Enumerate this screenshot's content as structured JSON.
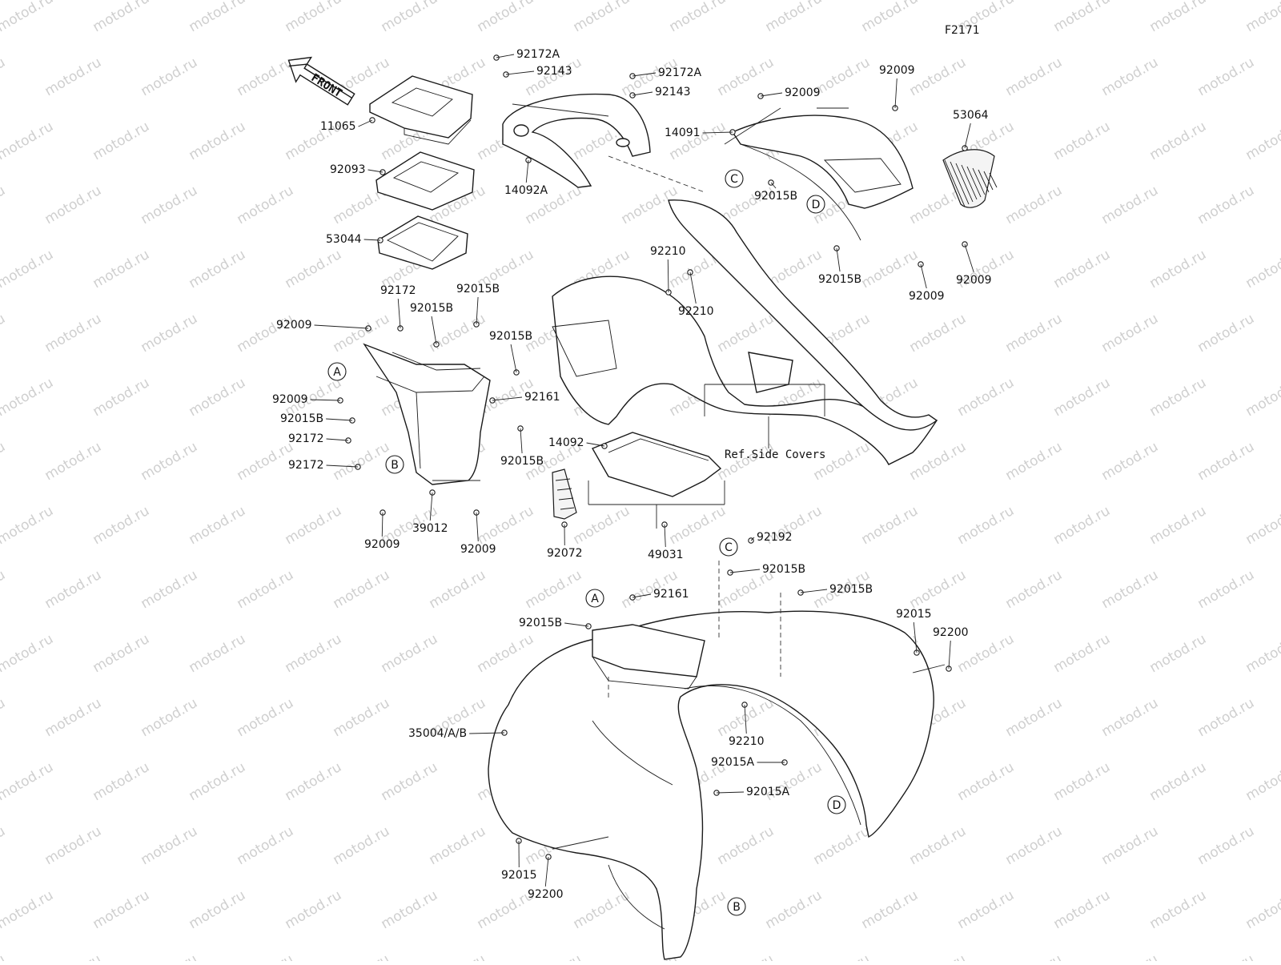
{
  "figure_code": "F2171",
  "front_label": "FRONT",
  "ref_note": "Ref.Side Covers",
  "watermark": "motod.ru",
  "callout_letters": [
    "A",
    "B",
    "C",
    "D"
  ],
  "parts": [
    {
      "id": "p11065",
      "label": "11065"
    },
    {
      "id": "p92093",
      "label": "92093"
    },
    {
      "id": "p53044",
      "label": "53044"
    },
    {
      "id": "p92172A",
      "label": "92172A"
    },
    {
      "id": "p92143",
      "label": "92143"
    },
    {
      "id": "p92172A_2",
      "label": "92172A"
    },
    {
      "id": "p92143_2",
      "label": "92143"
    },
    {
      "id": "p14092A",
      "label": "14092A"
    },
    {
      "id": "p92009_top",
      "label": "92009"
    },
    {
      "id": "p92009_tr",
      "label": "92009"
    },
    {
      "id": "p14091",
      "label": "14091"
    },
    {
      "id": "p53064",
      "label": "53064"
    },
    {
      "id": "p92015B_c1",
      "label": "92015B"
    },
    {
      "id": "p92015B_c2",
      "label": "92015B"
    },
    {
      "id": "p92009_r1",
      "label": "92009"
    },
    {
      "id": "p92009_r2",
      "label": "92009"
    },
    {
      "id": "p92210_1",
      "label": "92210"
    },
    {
      "id": "p92210_2",
      "label": "92210"
    },
    {
      "id": "p92172",
      "label": "92172"
    },
    {
      "id": "p92015B_1",
      "label": "92015B"
    },
    {
      "id": "p92015B_2",
      "label": "92015B"
    },
    {
      "id": "p92009_l1",
      "label": "92009"
    },
    {
      "id": "p92015B_3",
      "label": "92015B"
    },
    {
      "id": "p92161",
      "label": "92161"
    },
    {
      "id": "p92009_l2",
      "label": "92009"
    },
    {
      "id": "p92015B_4",
      "label": "92015B"
    },
    {
      "id": "p92172_2",
      "label": "92172"
    },
    {
      "id": "p92172_3",
      "label": "92172"
    },
    {
      "id": "p92015B_5",
      "label": "92015B"
    },
    {
      "id": "p14092",
      "label": "14092"
    },
    {
      "id": "p92009_b1",
      "label": "92009"
    },
    {
      "id": "p39012",
      "label": "39012"
    },
    {
      "id": "p92009_b2",
      "label": "92009"
    },
    {
      "id": "p92072",
      "label": "92072"
    },
    {
      "id": "p49031",
      "label": "49031"
    },
    {
      "id": "p92192",
      "label": "92192"
    },
    {
      "id": "p92015B_6",
      "label": "92015B"
    },
    {
      "id": "p92015B_7",
      "label": "92015B"
    },
    {
      "id": "p92161_2",
      "label": "92161"
    },
    {
      "id": "p92015B_8",
      "label": "92015B"
    },
    {
      "id": "p92015",
      "label": "92015"
    },
    {
      "id": "p92200",
      "label": "92200"
    },
    {
      "id": "p35004",
      "label": "35004/A/B"
    },
    {
      "id": "p92210_3",
      "label": "92210"
    },
    {
      "id": "p92015A_1",
      "label": "92015A"
    },
    {
      "id": "p92015A_2",
      "label": "92015A"
    },
    {
      "id": "p92015_2",
      "label": "92015"
    },
    {
      "id": "p92200_2",
      "label": "92200"
    }
  ]
}
